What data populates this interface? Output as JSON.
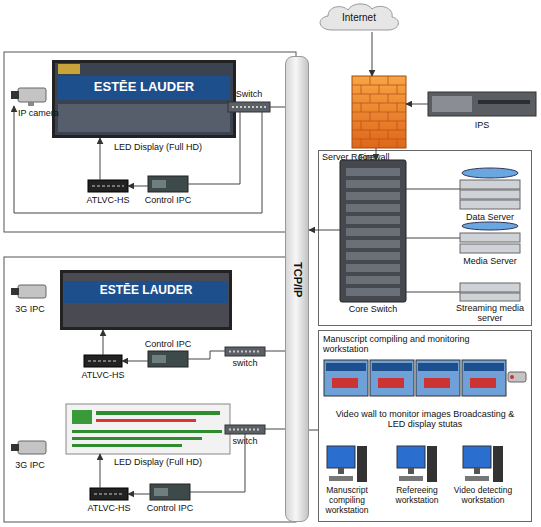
{
  "diagram": {
    "nodes": [
      {
        "text": [
          "Internet"
        ]
      },
      {
        "text": [
          "Firewall"
        ]
      },
      {
        "text": [
          "IPS"
        ]
      },
      {
        "text": [
          "TCP/IP"
        ]
      },
      {
        "text": [
          "Server Room"
        ]
      },
      {
        "text": [
          "Core Switch"
        ],
        "in": 4
      },
      {
        "text": [
          "Data Server"
        ],
        "in": 4
      },
      {
        "text": [
          "Media Server"
        ],
        "in": 4
      },
      {
        "text": [
          "Streaming media server"
        ],
        "in": 4
      },
      {
        "text": [
          "IP camera"
        ]
      },
      {
        "text": [
          "ESTĒE LAUDER",
          "LED Display (Full HD)"
        ]
      },
      {
        "text": [
          "Switch"
        ]
      },
      {
        "text": [
          "ATLVC-HS"
        ]
      },
      {
        "text": [
          "Control IPC"
        ]
      },
      {
        "text": [
          "3G IPC"
        ]
      },
      {
        "text": [
          "ESTĒE LAUDER"
        ]
      },
      {
        "text": [
          "ATLVC-HS"
        ]
      },
      {
        "text": [
          "Control IPC"
        ]
      },
      {
        "text": [
          "switch"
        ]
      },
      {
        "text": [
          "LED Display (Full HD)"
        ]
      },
      {
        "text": [
          "switch"
        ]
      },
      {
        "text": [
          "3G IPC"
        ]
      },
      {
        "text": [
          "ATLVC-HS"
        ]
      },
      {
        "text": [
          "Control IPC"
        ]
      },
      {
        "text": [
          "Manuscript compiling and monitoring workstation"
        ]
      },
      {
        "text": [
          "Video wall to monitor images Broadcasting & LED display stutas"
        ],
        "in": 24
      },
      {
        "text": [
          "Manuscript compiling workstation"
        ],
        "in": 24
      },
      {
        "text": [
          "Refereeing workstation"
        ],
        "in": 24
      },
      {
        "text": [
          "Video detecting workstation"
        ],
        "in": 24
      }
    ],
    "edges": [
      {
        "from": 0,
        "to": 1,
        "arrow": "to"
      },
      {
        "from": 2,
        "to": 1,
        "arrow": "to"
      },
      {
        "from": 1,
        "to": 5,
        "arrow": "to"
      },
      {
        "from": 5,
        "to": 3,
        "arrow": "to"
      },
      {
        "from": 5,
        "to": 6,
        "arrow": "none"
      },
      {
        "from": 5,
        "to": 7,
        "arrow": "none"
      },
      {
        "from": 5,
        "to": 8,
        "arrow": "none"
      },
      {
        "from": 3,
        "to": 24,
        "arrow": "none"
      },
      {
        "from": 11,
        "to": 3,
        "arrow": "none"
      },
      {
        "from": 11,
        "to": 13,
        "arrow": "none"
      },
      {
        "from": 13,
        "to": 12,
        "arrow": "to"
      },
      {
        "from": 12,
        "to": 10,
        "arrow": "to"
      },
      {
        "from": 11,
        "to": 9,
        "arrow": "to"
      },
      {
        "from": 18,
        "to": 3,
        "arrow": "none"
      },
      {
        "from": 18,
        "to": 17,
        "arrow": "none"
      },
      {
        "from": 17,
        "to": 16,
        "arrow": "to"
      },
      {
        "from": 16,
        "to": 15,
        "arrow": "to"
      },
      {
        "from": 20,
        "to": 3,
        "arrow": "none"
      },
      {
        "from": 20,
        "to": 23,
        "arrow": "none"
      },
      {
        "from": 23,
        "to": 22,
        "arrow": "to"
      },
      {
        "from": 22,
        "to": 19,
        "arrow": "to"
      }
    ]
  }
}
